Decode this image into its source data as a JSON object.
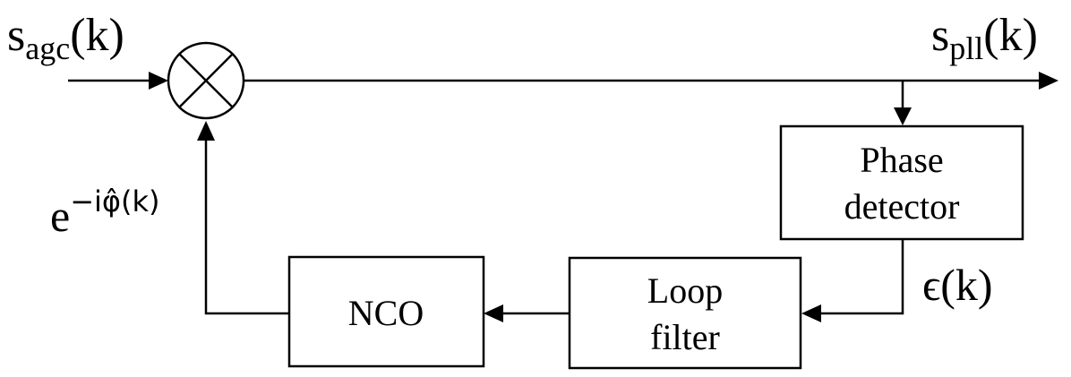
{
  "diagram": {
    "input_signal": {
      "base": "s",
      "subscript": "agc",
      "arg": "(k)"
    },
    "output_signal": {
      "base": "s",
      "subscript": "pll",
      "arg": "(k)"
    },
    "error_signal": {
      "symbol": "ϵ",
      "arg": "(k)"
    },
    "feedback_signal": {
      "base": "e",
      "exponent": "−iφ̂(k)"
    },
    "blocks": {
      "phase_detector": {
        "line1": "Phase",
        "line2": "detector"
      },
      "loop_filter": {
        "line1": "Loop",
        "line2": "filter"
      },
      "nco": {
        "label": "NCO"
      }
    },
    "mixer": {
      "symbol": "multiplier"
    }
  }
}
